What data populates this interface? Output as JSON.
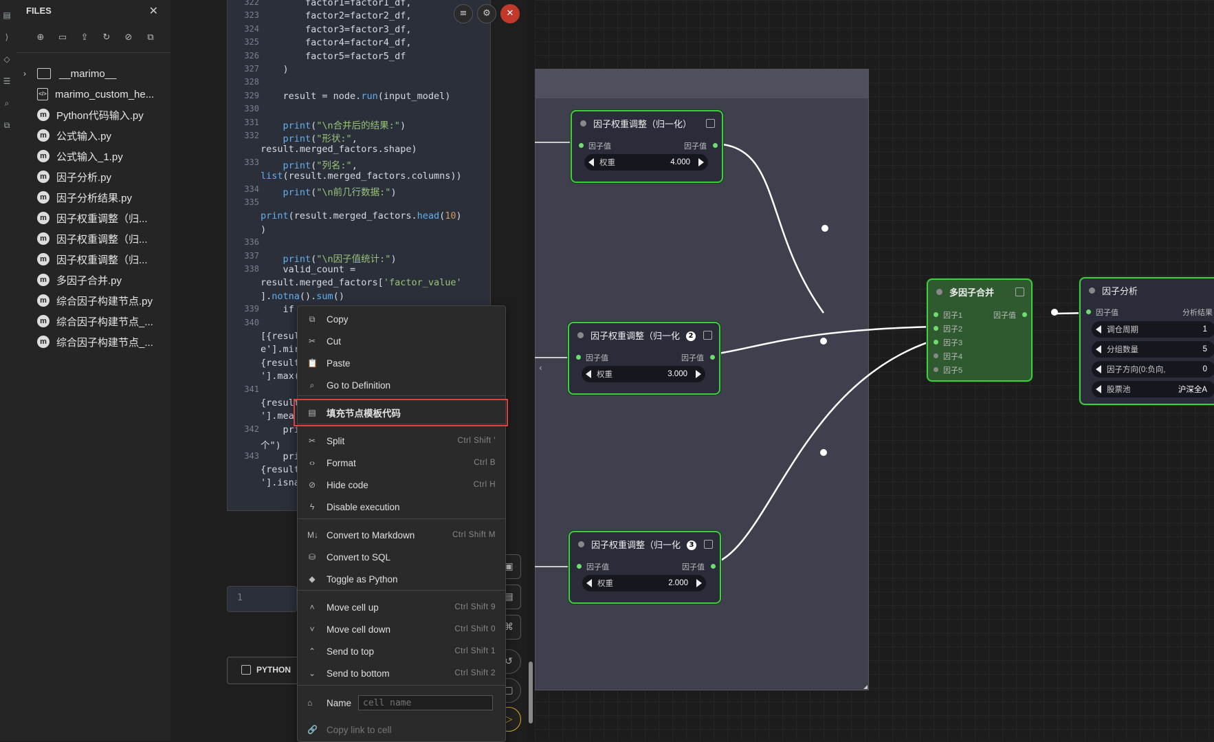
{
  "files_panel": {
    "title": "FILES",
    "items": [
      {
        "label": "__marimo__",
        "kind": "folder"
      },
      {
        "label": "marimo_custom_he...",
        "kind": "file"
      },
      {
        "label": "Python代码输入.py",
        "kind": "marimo"
      },
      {
        "label": "公式输入.py",
        "kind": "marimo"
      },
      {
        "label": "公式输入_1.py",
        "kind": "marimo"
      },
      {
        "label": "因子分析.py",
        "kind": "marimo"
      },
      {
        "label": "因子分析结果.py",
        "kind": "marimo"
      },
      {
        "label": "因子权重调整（归...",
        "kind": "marimo"
      },
      {
        "label": "因子权重调整（归...",
        "kind": "marimo"
      },
      {
        "label": "因子权重调整（归...",
        "kind": "marimo"
      },
      {
        "label": "多因子合并.py",
        "kind": "marimo"
      },
      {
        "label": "综合因子构建节点.py",
        "kind": "marimo"
      },
      {
        "label": "综合因子构建节点_...",
        "kind": "marimo"
      },
      {
        "label": "综合因子构建节点_...",
        "kind": "marimo"
      }
    ]
  },
  "code_lines": [
    {
      "n": "322",
      "text": "        factor1=factor1_df,"
    },
    {
      "n": "323",
      "text": "        factor2=factor2_df,"
    },
    {
      "n": "324",
      "text": "        factor3=factor3_df,"
    },
    {
      "n": "325",
      "text": "        factor4=factor4_df,"
    },
    {
      "n": "326",
      "text": "        factor5=factor5_df"
    },
    {
      "n": "327",
      "text": "    )"
    },
    {
      "n": "328",
      "text": ""
    },
    {
      "n": "329",
      "text": "    result = node.run(input_model)"
    },
    {
      "n": "330",
      "text": ""
    },
    {
      "n": "331",
      "text": "    print(\"\\n合并后的结果:\")"
    },
    {
      "n": "332",
      "text": "    print(\"形状:\","
    },
    {
      "n": "",
      "text": "result.merged_factors.shape)"
    },
    {
      "n": "333",
      "text": "    print(\"列名:\","
    },
    {
      "n": "",
      "text": "list(result.merged_factors.columns))"
    },
    {
      "n": "334",
      "text": "    print(\"\\n前几行数据:\")"
    },
    {
      "n": "335",
      "text": ""
    },
    {
      "n": "",
      "text": "print(result.merged_factors.head(10)"
    },
    {
      "n": "",
      "text": ")"
    },
    {
      "n": "336",
      "text": ""
    },
    {
      "n": "337",
      "text": "    print(\"\\n因子值统计:\")"
    },
    {
      "n": "338",
      "text": "    valid_count ="
    },
    {
      "n": "",
      "text": "result.merged_factors['factor_value'"
    },
    {
      "n": "",
      "text": "].notna().sum()"
    },
    {
      "n": "339",
      "text": "    if"
    },
    {
      "n": "340",
      "text": ""
    },
    {
      "n": "",
      "text": "[{resul"
    },
    {
      "n": "",
      "text": "e'].mir"
    },
    {
      "n": "",
      "text": "{result"
    },
    {
      "n": "",
      "text": "'].max("
    },
    {
      "n": "341",
      "text": ""
    },
    {
      "n": "",
      "text": "{result"
    },
    {
      "n": "",
      "text": "'].mea"
    },
    {
      "n": "342",
      "text": "    pri"
    },
    {
      "n": "",
      "text": "个\")"
    },
    {
      "n": "343",
      "text": "    pri"
    },
    {
      "n": "",
      "text": "{result"
    },
    {
      "n": "",
      "text": "'].isna"
    }
  ],
  "cell2": {
    "line": "1"
  },
  "python_button": {
    "label": "PYTHON"
  },
  "context_menu": {
    "items": [
      {
        "label": "Copy",
        "icon": "copy-icon",
        "shortcut": ""
      },
      {
        "label": "Cut",
        "icon": "scissors-icon",
        "shortcut": ""
      },
      {
        "label": "Paste",
        "icon": "paste-icon",
        "shortcut": ""
      },
      {
        "label": "Go to Definition",
        "icon": "search-icon",
        "shortcut": ""
      },
      {
        "label": "填充节点模板代码",
        "icon": "template-icon",
        "shortcut": ""
      },
      {
        "label": "Split",
        "icon": "split-icon",
        "shortcut": "Ctrl Shift '"
      },
      {
        "label": "Format",
        "icon": "code-icon",
        "shortcut": "Ctrl B"
      },
      {
        "label": "Hide code",
        "icon": "eye-off-icon",
        "shortcut": "Ctrl H"
      },
      {
        "label": "Disable execution",
        "icon": "zap-off-icon",
        "shortcut": ""
      },
      {
        "label": "Convert to Markdown",
        "icon": "markdown-icon",
        "shortcut": "Ctrl Shift M"
      },
      {
        "label": "Convert to SQL",
        "icon": "database-icon",
        "shortcut": ""
      },
      {
        "label": "Toggle as Python",
        "icon": "python-icon",
        "shortcut": ""
      },
      {
        "label": "Move cell up",
        "icon": "chevron-up-icon",
        "shortcut": "Ctrl Shift 9"
      },
      {
        "label": "Move cell down",
        "icon": "chevron-down-icon",
        "shortcut": "Ctrl Shift 0"
      },
      {
        "label": "Send to top",
        "icon": "chevrons-up-icon",
        "shortcut": "Ctrl Shift 1"
      },
      {
        "label": "Send to bottom",
        "icon": "chevrons-down-icon",
        "shortcut": "Ctrl Shift 2"
      }
    ],
    "name_label": "Name",
    "name_placeholder": "cell name",
    "copy_link_label": "Copy link to cell"
  },
  "graph": {
    "nodes": {
      "w1": {
        "title": "因子权重调整（归一化）",
        "in": "因子值",
        "out": "因子值",
        "widget_label": "权重",
        "widget_value": "4.000"
      },
      "w2": {
        "title": "因子权重调整（归一化",
        "badge": "2",
        "in": "因子值",
        "out": "因子值",
        "widget_label": "权重",
        "widget_value": "3.000"
      },
      "w3": {
        "title": "因子权重调整（归一化",
        "badge": "3",
        "in": "因子值",
        "out": "因子值",
        "widget_label": "权重",
        "widget_value": "2.000"
      },
      "merge": {
        "title": "多因子合并",
        "inputs": [
          "因子1",
          "因子2",
          "因子3",
          "因子4",
          "因子5"
        ],
        "out": "因子值"
      },
      "analysis": {
        "title": "因子分析",
        "in": "因子值",
        "out": "分析结果",
        "widgets": [
          {
            "label": "调仓周期",
            "value": "1"
          },
          {
            "label": "分组数量",
            "value": "5"
          },
          {
            "label": "因子方向(0:负向,",
            "value": "0"
          },
          {
            "label": "股票池",
            "value": "沪深全A"
          }
        ]
      }
    }
  },
  "colors": {
    "node_border": "#3fce3f",
    "highlight": "#e04040",
    "merge_bg": "#2f5a2f"
  }
}
